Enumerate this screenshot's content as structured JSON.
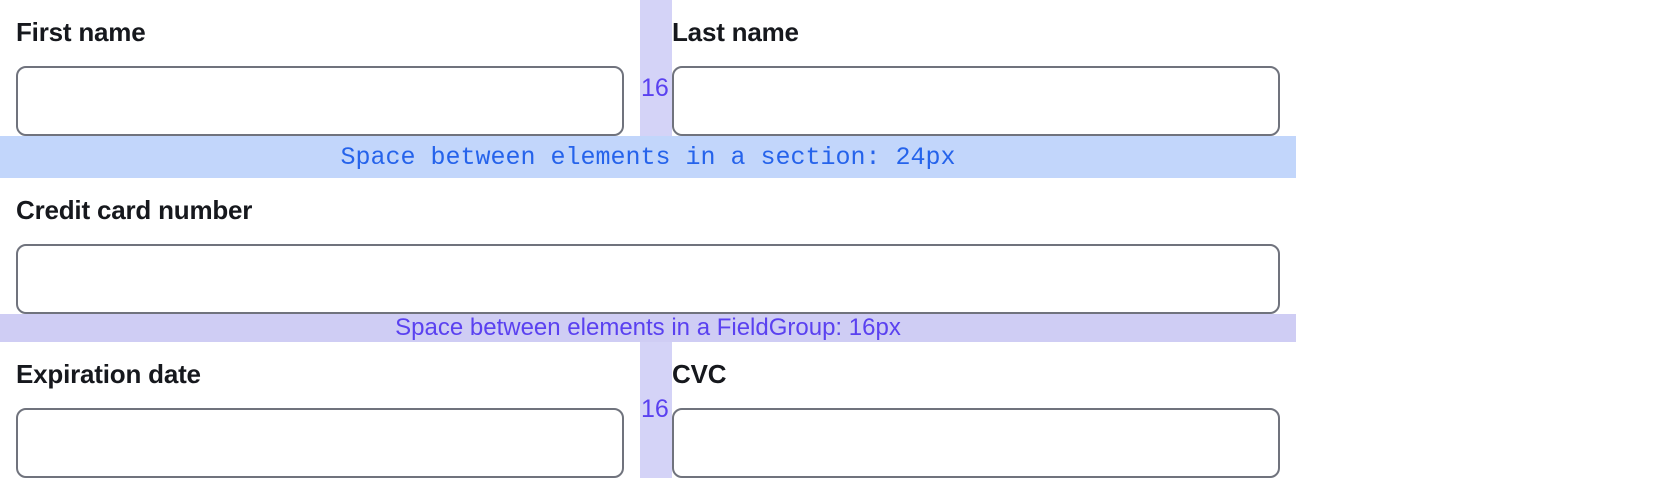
{
  "form": {
    "rows": [
      {
        "type": "field-row",
        "left": {
          "label": "First name",
          "value": "",
          "placeholder": "",
          "name": "first-name"
        },
        "right": {
          "label": "Last name",
          "value": "",
          "placeholder": "",
          "name": "last-name"
        },
        "gap_label": "16"
      },
      {
        "type": "annotation",
        "style": "section",
        "text": "Space between elements in a section: 24px"
      },
      {
        "type": "field-block",
        "field": {
          "label": "Credit card number",
          "value": "",
          "placeholder": "",
          "name": "credit-card-number"
        }
      },
      {
        "type": "annotation",
        "style": "fieldgroup",
        "text": "Space between elements in a FieldGroup: 16px"
      },
      {
        "type": "field-row",
        "left": {
          "label": "Expiration date",
          "value": "",
          "placeholder": "",
          "name": "expiration-date"
        },
        "right": {
          "label": "CVC",
          "value": "",
          "placeholder": "",
          "name": "cvc"
        },
        "gap_label": "16"
      }
    ]
  },
  "fields": {
    "first_name": {
      "label": "First name",
      "value": "",
      "placeholder": ""
    },
    "last_name": {
      "label": "Last name",
      "value": "",
      "placeholder": ""
    },
    "credit_card_number": {
      "label": "Credit card number",
      "value": "",
      "placeholder": ""
    },
    "expiration_date": {
      "label": "Expiration date",
      "value": "",
      "placeholder": ""
    },
    "cvc": {
      "label": "CVC",
      "value": "",
      "placeholder": ""
    }
  },
  "annotations": {
    "gap_horizontal_top": "16",
    "gap_horizontal_bottom": "16",
    "section_spacing": "Space between elements in a section: 24px",
    "fieldgroup_spacing": "Space between elements in a FieldGroup: 16px"
  },
  "colors": {
    "section_band_bg": "#c2d6fb",
    "section_band_text": "#2563eb",
    "fieldgroup_band_bg": "#cfcdf4",
    "fieldgroup_band_text": "#5a41f0",
    "gap_strip_bg": "#d4d3f7",
    "gap_strip_text": "#5a41f0",
    "input_border": "#70737d",
    "label_text": "#16181d",
    "page_bg": "#ffffff"
  }
}
